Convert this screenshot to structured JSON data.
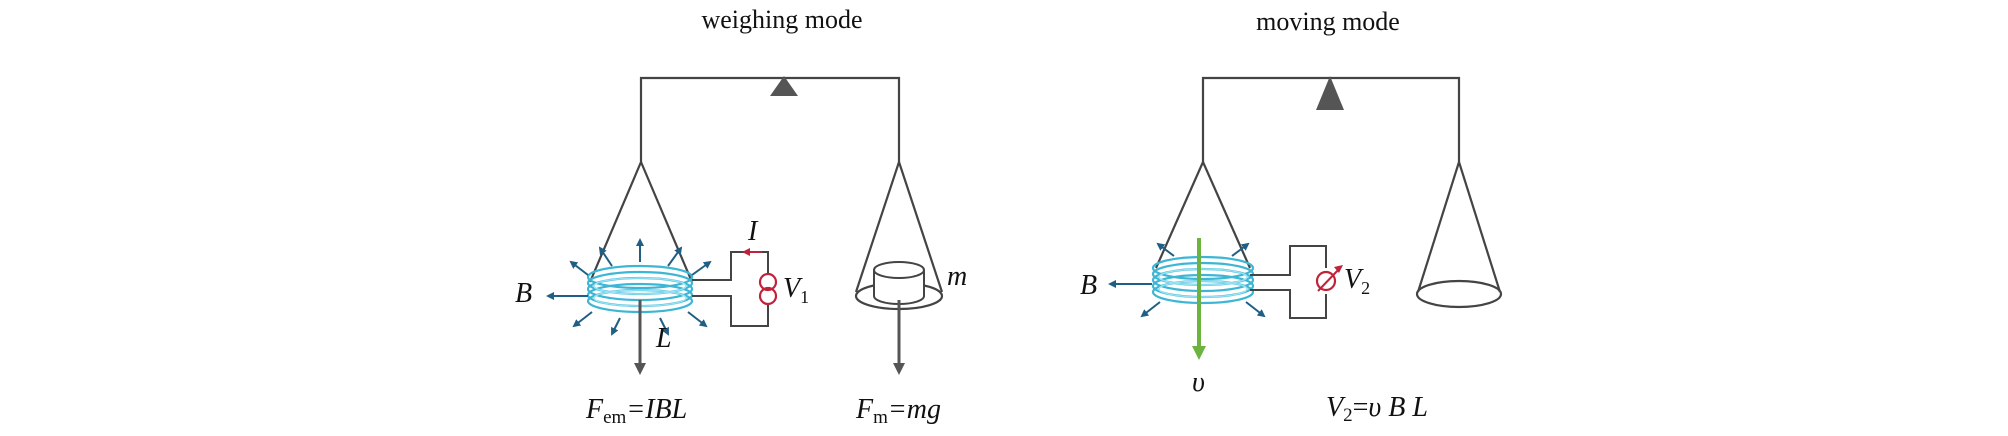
{
  "colors": {
    "frame": "#444444",
    "pivot": "#555555",
    "coil": "#3db6d6",
    "field_arrow": "#1f5f85",
    "current_arrow": "#c0223a",
    "source_symbol": "#c0223a",
    "velocity_arrow": "#6db33f",
    "force_arrow": "#555555"
  },
  "weighing": {
    "title": "weighing mode",
    "B": "B",
    "I": "I",
    "L": "L",
    "m": "m",
    "V": "V",
    "V_sub": "1",
    "icons": [
      "current-source-icon",
      "pivot-triangle-icon",
      "mass-weight-icon"
    ],
    "eq_left": {
      "F": "F",
      "sub": "em",
      "rest": "=IBL"
    },
    "eq_right": {
      "F": "F",
      "sub": "m",
      "rest": "=mg"
    }
  },
  "moving": {
    "title": "moving mode",
    "B": "B",
    "v": "υ",
    "V": "V",
    "V_sub": "2",
    "icons": [
      "voltmeter-icon",
      "pivot-triangle-icon"
    ],
    "eq": {
      "V": "V",
      "sub": "2",
      "eqsign": "=",
      "v": "υ",
      "rest": " B L"
    }
  }
}
